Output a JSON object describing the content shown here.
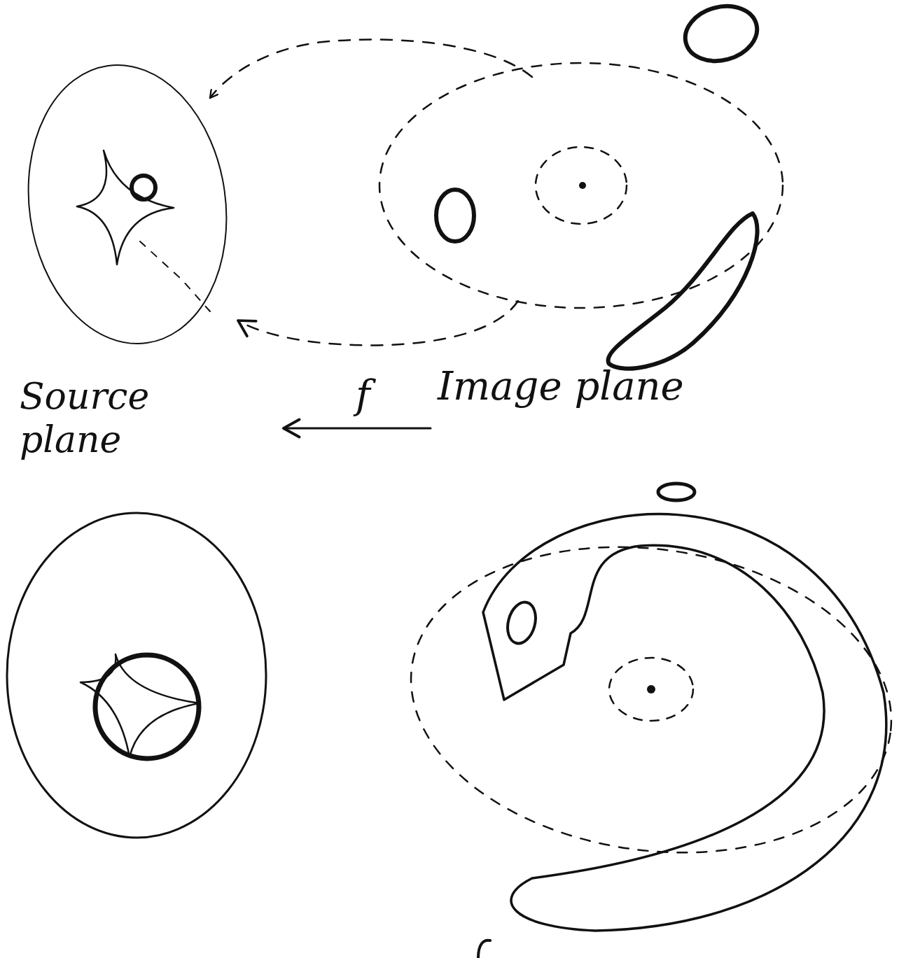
{
  "diagram": {
    "labels": [
      "Source plane",
      "f",
      "Image plane"
    ]
  }
}
